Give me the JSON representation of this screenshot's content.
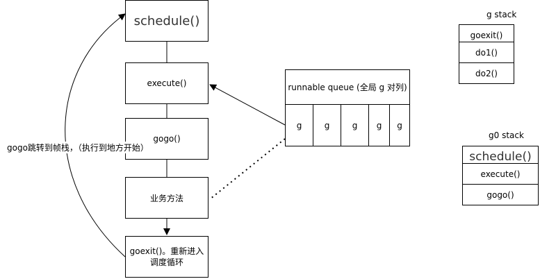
{
  "flow": {
    "schedule": "schedule()",
    "execute": "execute()",
    "gogo": "gogo()",
    "business": "业务方法",
    "goexit": "goexit()。重新进入调度循环"
  },
  "jump_label": "gogo跳转到帧栈，（执行到地方开始）",
  "queue": {
    "title": "runnable queue (全局 g 对列)",
    "cells": [
      "g",
      "g",
      "g",
      "g",
      "g"
    ]
  },
  "g_stack": {
    "title": "g stack",
    "frames": [
      "goexit()",
      "do1()",
      "do2()"
    ]
  },
  "g0_stack": {
    "title": "g0 stack",
    "frames": [
      "schedule()",
      "execute()",
      "gogo()"
    ]
  }
}
